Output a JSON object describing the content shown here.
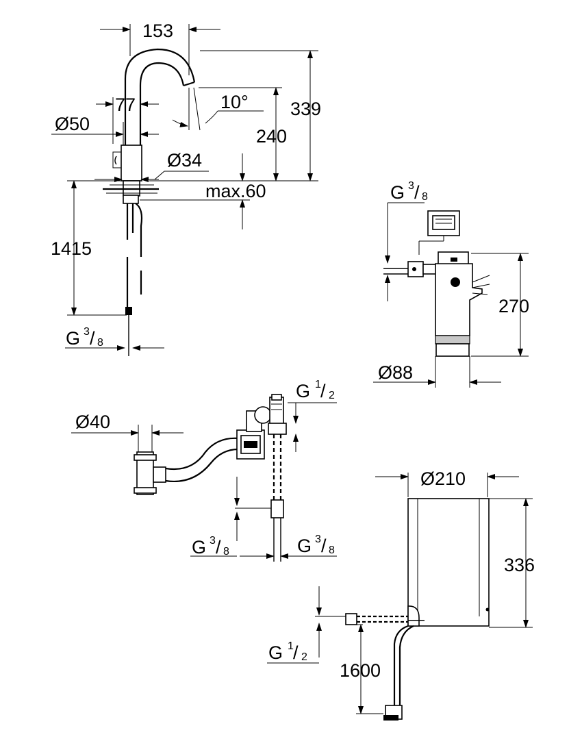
{
  "dimensions": {
    "spout_reach": "153",
    "spout_height": "339",
    "outlet_height": "240",
    "spout_angle": "10°",
    "base_spacing": "77",
    "base_diameter": "Ø50",
    "hole_diameter": "Ø34",
    "max_thickness": "max.60",
    "hose_length": "1415",
    "filter_height": "270",
    "filter_diameter": "Ø88",
    "tee_diameter": "Ø40",
    "boiler_diameter": "Ø210",
    "boiler_height": "336",
    "cable_length": "1600"
  },
  "threads": {
    "g38": {
      "letter": "G",
      "num": "3",
      "den": "8"
    },
    "g12": {
      "letter": "G",
      "num": "1",
      "den": "2"
    }
  }
}
